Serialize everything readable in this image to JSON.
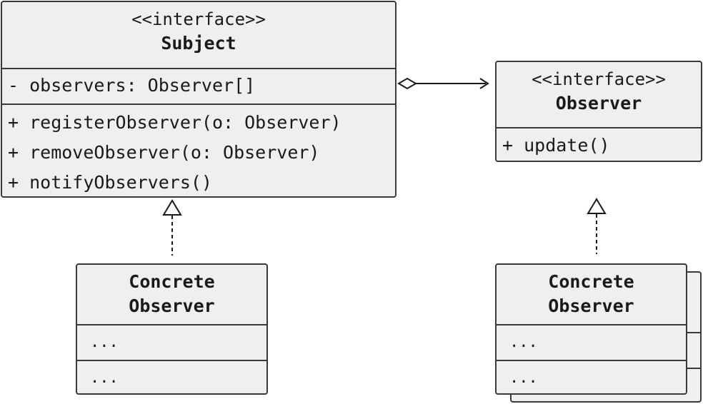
{
  "subject": {
    "stereotype": "<<interface>>",
    "name": "Subject",
    "attributes": [
      "- observers: Observer[]"
    ],
    "operations": [
      "+ registerObserver(o: Observer)",
      "+ removeObserver(o: Observer)",
      "+ notifyObservers()"
    ]
  },
  "observer": {
    "stereotype": "<<interface>>",
    "name": "Observer",
    "operations": [
      "+ update()"
    ]
  },
  "concrete_left": {
    "name_line1": "Concrete",
    "name_line2": "Observer",
    "section1": "...",
    "section2": "..."
  },
  "concrete_right": {
    "name_line1": "Concrete",
    "name_line2": "Observer",
    "section1": "...",
    "section2": "..."
  },
  "colors": {
    "box_fill": "#efefef",
    "box_border": "#3a3a3a",
    "line": "#1a1a1a"
  }
}
